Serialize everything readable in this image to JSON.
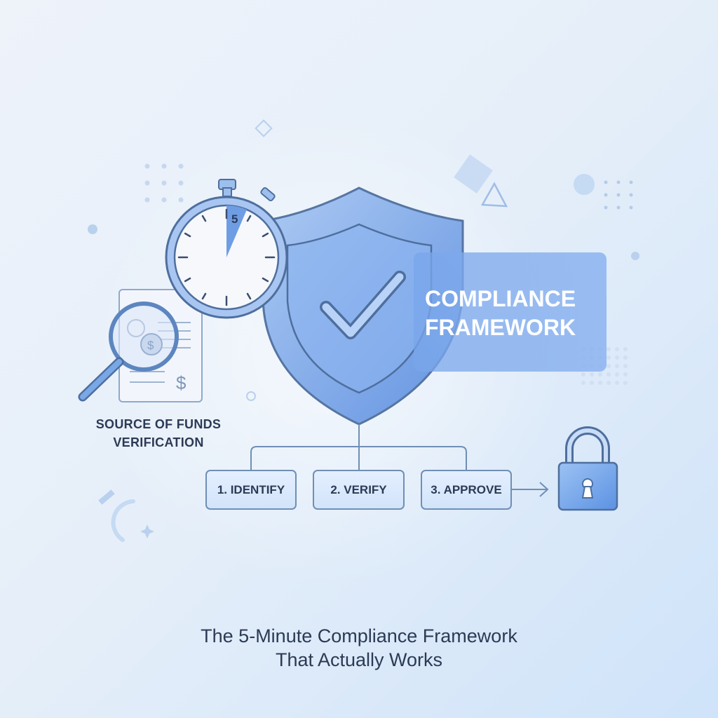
{
  "banner": {
    "line1": "COMPLIANCE",
    "line2": "FRAMEWORK"
  },
  "stopwatch": {
    "minutes_label": "5"
  },
  "source_label": {
    "line1": "SOURCE OF FUNDS",
    "line2": "VERIFICATION"
  },
  "steps": [
    {
      "label": "1. IDENTIFY"
    },
    {
      "label": "2. VERIFY"
    },
    {
      "label": "3. APPROVE"
    }
  ],
  "title": {
    "line1": "The 5-Minute Compliance Framework",
    "line2": "That Actually Works"
  },
  "colors": {
    "accent": "#6a9be6",
    "outline": "#4e6f9e",
    "text": "#2c3a56"
  }
}
